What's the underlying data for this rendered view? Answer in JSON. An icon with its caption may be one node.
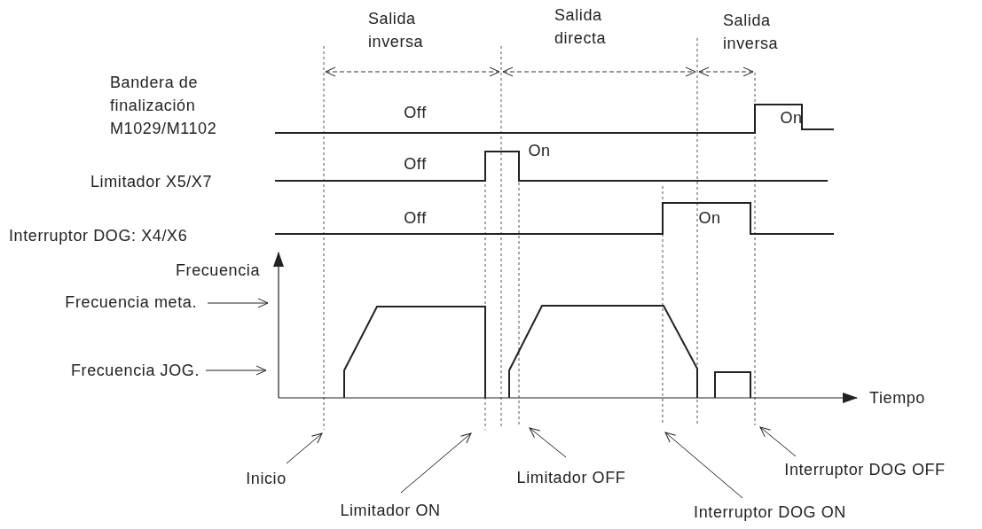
{
  "diagram": {
    "nodes": [
      {
        "text": [
          "Frecuencia meta."
        ]
      },
      {
        "text": [
          "Frecuencia JOG."
        ]
      },
      {
        "text": [
          "Inicio"
        ]
      },
      {
        "text": [
          "Limitador ON"
        ]
      },
      {
        "text": [
          "Limitador OFF"
        ]
      },
      {
        "text": [
          "Interruptor DOG ON"
        ]
      },
      {
        "text": [
          "Interruptor DOG OFF"
        ]
      }
    ],
    "edges": [
      {
        "from": 0,
        "to": null,
        "arrow": "to"
      },
      {
        "from": 1,
        "to": null,
        "arrow": "to"
      },
      {
        "from": 2,
        "to": null,
        "arrow": "to"
      },
      {
        "from": 3,
        "to": null,
        "arrow": "to"
      },
      {
        "from": 4,
        "to": null,
        "arrow": "to"
      },
      {
        "from": 5,
        "to": null,
        "arrow": "to"
      },
      {
        "from": 6,
        "to": null,
        "arrow": "to"
      }
    ],
    "labels": [
      "Salida inversa",
      "Salida directa",
      "Salida inversa",
      "Bandera de finalización M1029/M1102",
      "Off",
      "On",
      "Limitador X5/X7",
      "Off",
      "On",
      "Interruptor DOG: X4/X6",
      "Off",
      "On",
      "Frecuencia",
      "Tiempo"
    ]
  }
}
